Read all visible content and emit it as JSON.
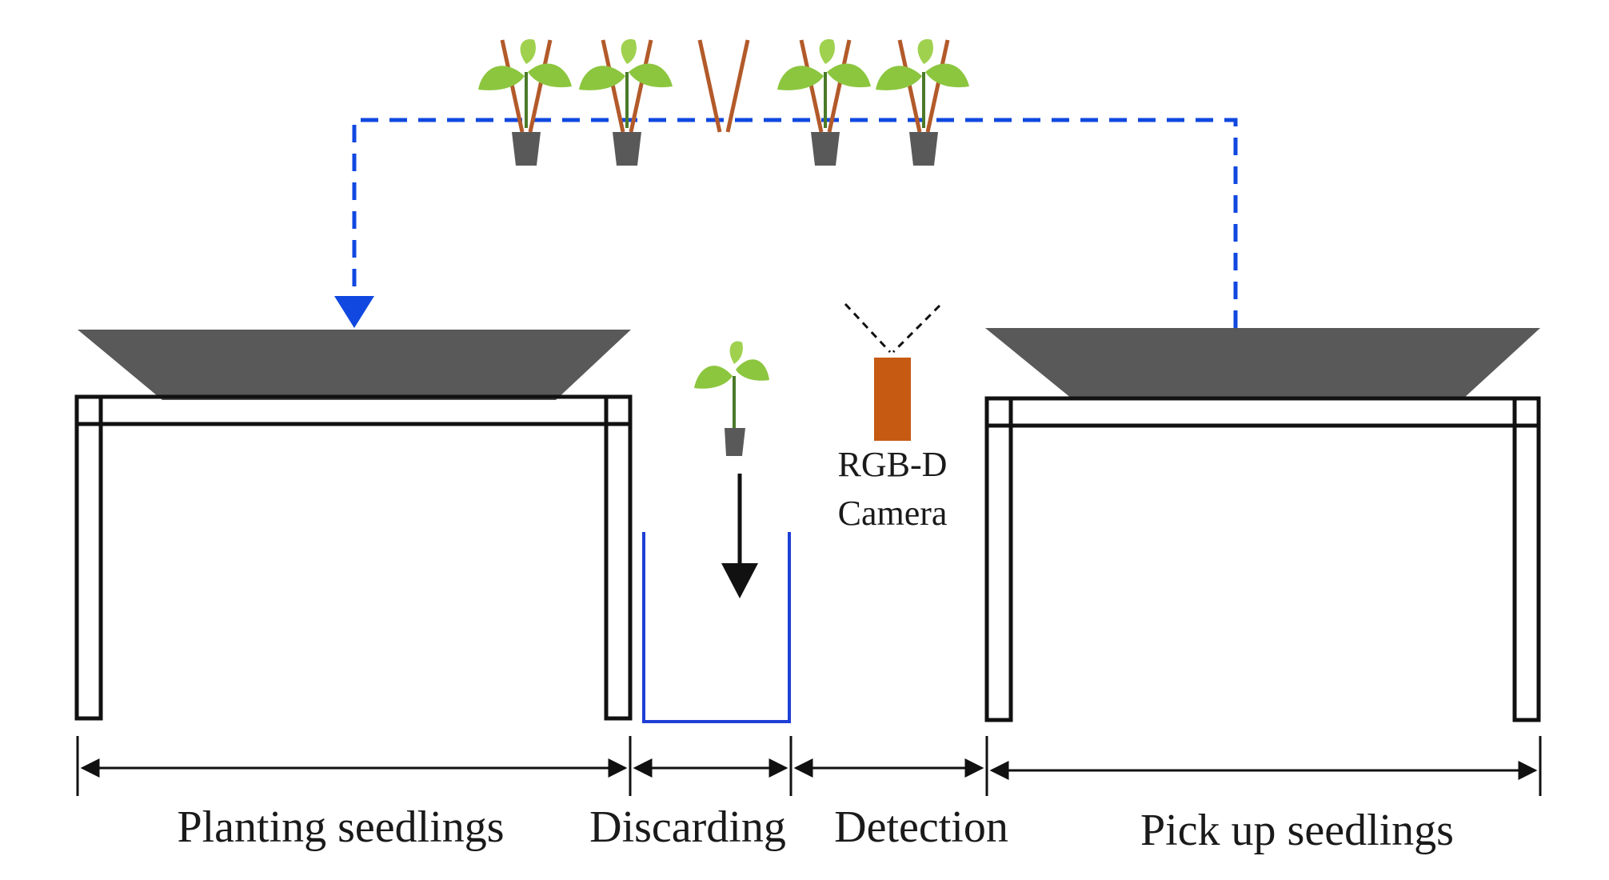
{
  "camera": {
    "label_line1": "RGB-D",
    "label_line2": "Camera",
    "body_color": "#c65a12"
  },
  "sections": [
    {
      "id": "planting",
      "label": "Planting seedlings"
    },
    {
      "id": "discarding",
      "label": "Discarding"
    },
    {
      "id": "detection",
      "label": "Detection"
    },
    {
      "id": "pickup",
      "label": "Pick up seedlings"
    }
  ],
  "colors": {
    "tray": "#595959",
    "table_frame": "#111111",
    "flow_path": "#1148e0",
    "bin": "#1e3fd6",
    "leaf": "#8cc63f",
    "leaf_dark": "#5a9a2a",
    "stake": "#b35a2a",
    "pot": "#595959"
  }
}
